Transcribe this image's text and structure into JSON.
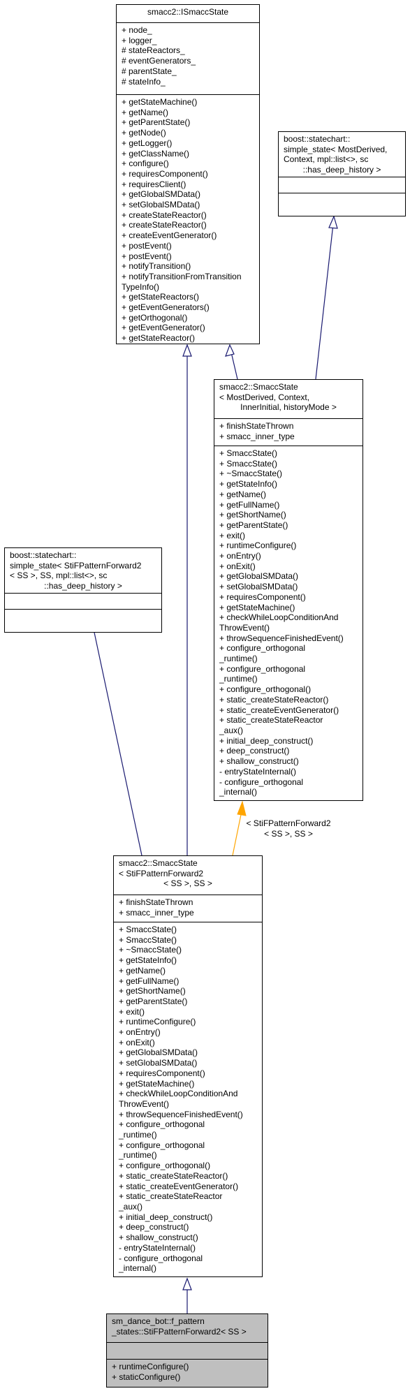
{
  "diagram": {
    "colors": {
      "inheritance": "#191970",
      "template_instance": "#ffa500",
      "box_border": "#000000",
      "highlight_fill": "#bfbfbf"
    },
    "boxes": {
      "isstate": {
        "title": [
          "smacc2::ISmaccState"
        ],
        "attributes": [
          "+ node_",
          "+ logger_",
          "# stateReactors_",
          "# eventGenerators_",
          "# parentState_",
          "# stateInfo_"
        ],
        "methods": [
          "+ getStateMachine()",
          "+ getName()",
          "+ getParentState()",
          "+ getNode()",
          "+ getLogger()",
          "+ getClassName()",
          "+ configure()",
          "+ requiresComponent()",
          "+ requiresClient()",
          "+ getGlobalSMData()",
          "+ setGlobalSMData()",
          "+ createStateReactor()",
          "+ createStateReactor()",
          "+ createEventGenerator()",
          "+ postEvent()",
          "+ postEvent()",
          "+ notifyTransition()",
          "+ notifyTransitionFromTransition",
          "TypeInfo()",
          "+ getStateReactors()",
          "+ getEventGenerators()",
          "+ getOrthogonal()",
          "+ getEventGenerator()",
          "+ getStateReactor()"
        ]
      },
      "simple_state_generic": {
        "title": [
          "boost::statechart::",
          "simple_state< MostDerived,",
          "Context, mpl::list<>, sc",
          "::has_deep_history >"
        ],
        "attributes": [],
        "methods": []
      },
      "smacc_state_generic": {
        "title": [
          "smacc2::SmaccState",
          "< MostDerived, Context,",
          "InnerInitial, historyMode >"
        ],
        "attributes": [
          "+ finishStateThrown",
          "+ smacc_inner_type"
        ],
        "methods": [
          "+ SmaccState()",
          "+ SmaccState()",
          "+ ~SmaccState()",
          "+ getStateInfo()",
          "+ getName()",
          "+ getFullName()",
          "+ getShortName()",
          "+ getParentState()",
          "+ exit()",
          "+ runtimeConfigure()",
          "+ onEntry()",
          "+ onExit()",
          "+ getGlobalSMData()",
          "+ setGlobalSMData()",
          "+ requiresComponent()",
          "+ getStateMachine()",
          "+ checkWhileLoopConditionAnd",
          "ThrowEvent()",
          "+ throwSequenceFinishedEvent()",
          "+ configure_orthogonal",
          "_runtime()",
          "+ configure_orthogonal",
          "_runtime()",
          "+ configure_orthogonal()",
          "+ static_createStateReactor()",
          "+ static_createEventGenerator()",
          "+ static_createStateReactor",
          "_aux()",
          "+ initial_deep_construct()",
          "+ deep_construct()",
          "+ shallow_construct()",
          "- entryStateInternal()",
          "- configure_orthogonal",
          "_internal()"
        ]
      },
      "simple_state_stif": {
        "title": [
          "boost::statechart::",
          "simple_state< StiFPatternForward2",
          "< SS >, SS, mpl::list<>, sc",
          "::has_deep_history >"
        ],
        "attributes": [],
        "methods": []
      },
      "smacc_state_stif": {
        "title": [
          "smacc2::SmaccState",
          "< StiFPatternForward2",
          "< SS >, SS >"
        ],
        "attributes": [
          "+ finishStateThrown",
          "+ smacc_inner_type"
        ],
        "methods": [
          "+ SmaccState()",
          "+ SmaccState()",
          "+ ~SmaccState()",
          "+ getStateInfo()",
          "+ getName()",
          "+ getFullName()",
          "+ getShortName()",
          "+ getParentState()",
          "+ exit()",
          "+ runtimeConfigure()",
          "+ onEntry()",
          "+ onExit()",
          "+ getGlobalSMData()",
          "+ setGlobalSMData()",
          "+ requiresComponent()",
          "+ getStateMachine()",
          "+ checkWhileLoopConditionAnd",
          "ThrowEvent()",
          "+ throwSequenceFinishedEvent()",
          "+ configure_orthogonal",
          "_runtime()",
          "+ configure_orthogonal",
          "_runtime()",
          "+ configure_orthogonal()",
          "+ static_createStateReactor()",
          "+ static_createEventGenerator()",
          "+ static_createStateReactor",
          "_aux()",
          "+ initial_deep_construct()",
          "+ deep_construct()",
          "+ shallow_construct()",
          "- entryStateInternal()",
          "- configure_orthogonal",
          "_internal()"
        ]
      },
      "stif_pattern": {
        "title": [
          "sm_dance_bot::f_pattern",
          "_states::StiFPatternForward2< SS >"
        ],
        "attributes": [],
        "methods": [
          "+ runtimeConfigure()",
          "+ staticConfigure()"
        ]
      }
    },
    "template_edge_label": [
      "< StiFPatternForward2",
      "< SS >, SS >"
    ]
  }
}
